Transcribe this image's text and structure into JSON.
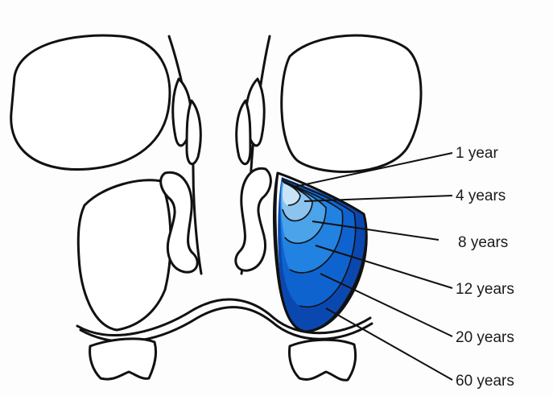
{
  "diagram": {
    "labels": [
      {
        "text": "1 year",
        "color": "#c9e3f7"
      },
      {
        "text": "4 years",
        "color": "#8cc4ef"
      },
      {
        "text": "8 years",
        "color": "#4ba3ea"
      },
      {
        "text": "12 years",
        "color": "#2182e2"
      },
      {
        "text": "20 years",
        "color": "#0f63cf"
      },
      {
        "text": "60 years",
        "color": "#0a48b0"
      }
    ]
  }
}
